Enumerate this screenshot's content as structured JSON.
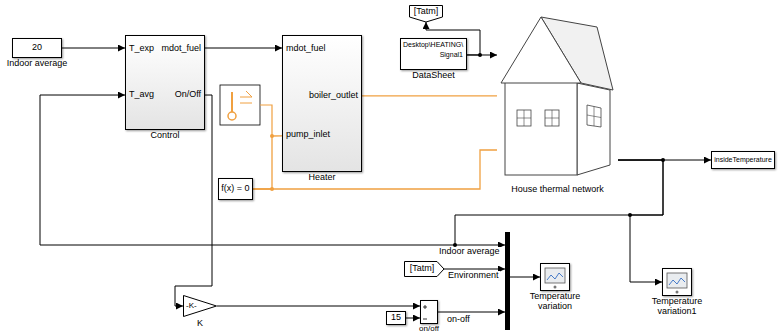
{
  "diagram": {
    "nodes": [
      {
        "text": [
          "20",
          "Indoor average"
        ]
      },
      {
        "text": [
          "T_exp",
          "mdot_fuel",
          "T_avg",
          "On/Off",
          "Control"
        ]
      },
      {
        "text": [
          "mdot_fuel",
          "boiler_outlet",
          "pump_inlet",
          "Heater"
        ]
      },
      {
        "text": [
          "f(x) = 0"
        ]
      },
      {
        "text": [
          "[Tatm]"
        ]
      },
      {
        "text": [
          "Desktop\\HEATING\\",
          "Signal1",
          "DataSheet"
        ]
      },
      {
        "text": [
          "House thermal network"
        ]
      },
      {
        "text": [
          "insideTemperature"
        ]
      },
      {
        "text": [
          "[Tatm]"
        ]
      },
      {
        "text": [
          "Temperature variation"
        ]
      },
      {
        "text": [
          "Temperature variation1"
        ]
      },
      {
        "text": [
          "-K-",
          "K"
        ]
      },
      {
        "text": [
          "15"
        ]
      },
      {
        "text": [
          "on/off"
        ]
      }
    ],
    "edges": [
      {
        "from": 0,
        "to": 1,
        "arrow": "to"
      },
      {
        "from": 1,
        "to": 2,
        "arrow": "to"
      },
      {
        "from": 2,
        "to": 6,
        "arrow": "none"
      },
      {
        "from": 3,
        "to": 2,
        "arrow": "none"
      },
      {
        "from": 6,
        "to": 3,
        "arrow": "none"
      },
      {
        "from": 5,
        "to": 6,
        "arrow": "to"
      },
      {
        "from": 5,
        "to": 4,
        "arrow": "to"
      },
      {
        "from": 6,
        "to": 7,
        "arrow": "to"
      },
      {
        "from": 6,
        "to": 10,
        "arrow": "to"
      },
      {
        "from": 6,
        "to": 1,
        "arrow": "to"
      },
      {
        "from": 1,
        "to": 11,
        "arrow": "to"
      },
      {
        "from": 11,
        "to": 13,
        "arrow": "to"
      },
      {
        "from": 12,
        "to": 13,
        "arrow": "to"
      }
    ],
    "labels": [
      "Indoor average",
      "Environment",
      "on-off"
    ]
  }
}
